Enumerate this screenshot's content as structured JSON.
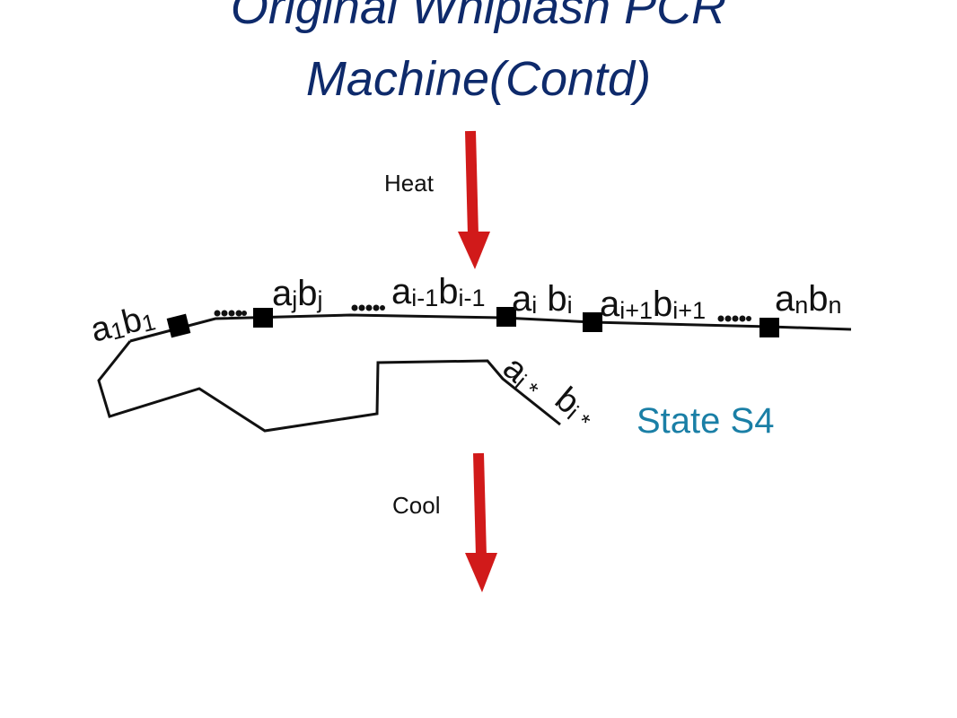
{
  "title": {
    "line1": "Original Whiplash PCR",
    "line2": "Machine(Contd)"
  },
  "labels": {
    "heat": "Heat",
    "cool": "Cool",
    "state": "State S4"
  },
  "colors": {
    "title": "#0e2a6b",
    "arrow": "#d11a1a",
    "state": "#1a7fa6",
    "ink": "#111111"
  },
  "strand_labels": [
    {
      "id": "a1b1",
      "parts": [
        [
          "a",
          ""
        ],
        [
          "1",
          "sub"
        ],
        [
          "b",
          ""
        ],
        [
          "1",
          "sub"
        ]
      ]
    },
    {
      "id": "ajbj",
      "parts": [
        [
          "a",
          ""
        ],
        [
          "j",
          "sub"
        ],
        [
          "b",
          ""
        ],
        [
          "j",
          "sub"
        ]
      ]
    },
    {
      "id": "ai-1bi-1",
      "parts": [
        [
          "a",
          ""
        ],
        [
          "i-1",
          "sub"
        ],
        [
          "b",
          ""
        ],
        [
          "i-1",
          "sub"
        ]
      ]
    },
    {
      "id": "aibi",
      "parts": [
        [
          "a",
          ""
        ],
        [
          "i",
          "sub"
        ],
        [
          " b",
          ""
        ],
        [
          "i",
          "sub"
        ]
      ]
    },
    {
      "id": "ai+1bi+1",
      "parts": [
        [
          "a",
          ""
        ],
        [
          "i+1",
          "sub"
        ],
        [
          "b",
          ""
        ],
        [
          "i+1",
          "sub"
        ]
      ]
    },
    {
      "id": "anbn",
      "parts": [
        [
          "a",
          ""
        ],
        [
          "n",
          "sub"
        ],
        [
          "b",
          ""
        ],
        [
          "n",
          "sub"
        ]
      ]
    },
    {
      "id": "ai*",
      "parts": [
        [
          "a",
          ""
        ],
        [
          "i *",
          "sub"
        ]
      ]
    },
    {
      "id": "bi*",
      "parts": [
        [
          "b",
          ""
        ],
        [
          "i *",
          "sub"
        ]
      ]
    }
  ]
}
